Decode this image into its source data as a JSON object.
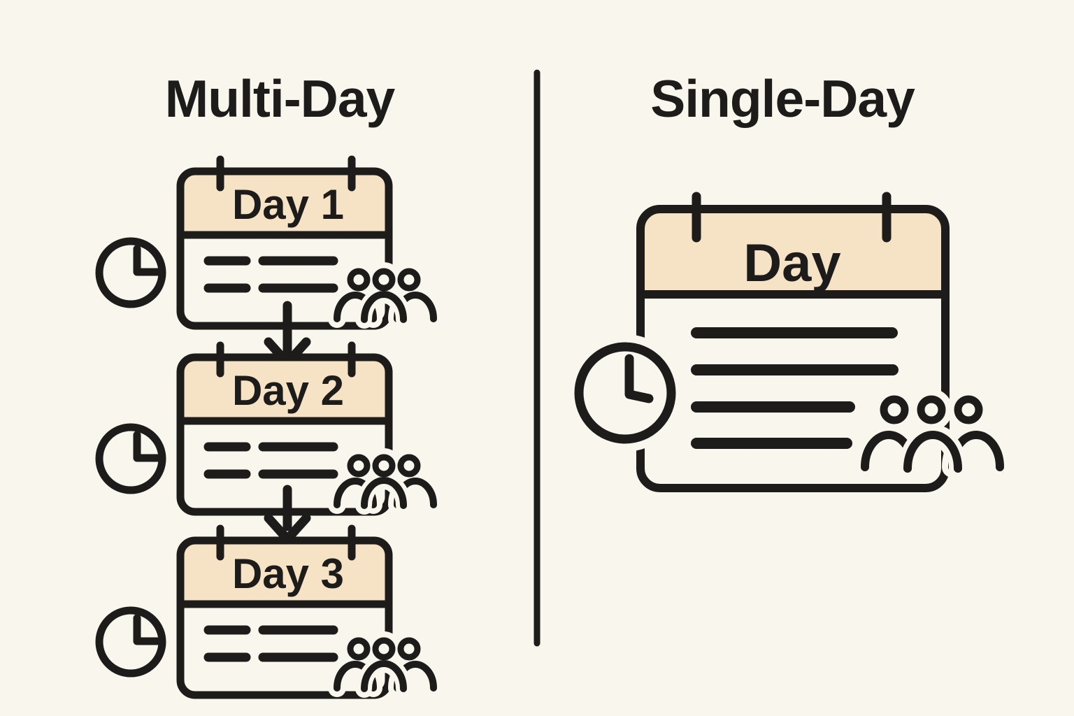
{
  "diagram": {
    "left_panel": {
      "title": "Multi-Day",
      "calendars": [
        {
          "label": "Day 1"
        },
        {
          "label": "Day 2"
        },
        {
          "label": "Day 3"
        }
      ]
    },
    "right_panel": {
      "title": "Single-Day",
      "calendar": {
        "label": "Day"
      }
    },
    "icons": [
      "clock-icon",
      "people-group-icon",
      "arrow-down-icon",
      "calendar-icon"
    ],
    "colors": {
      "background": "#F9F6EE",
      "ink": "#1D1C1A",
      "header_fill": "#F6E3C5"
    }
  }
}
